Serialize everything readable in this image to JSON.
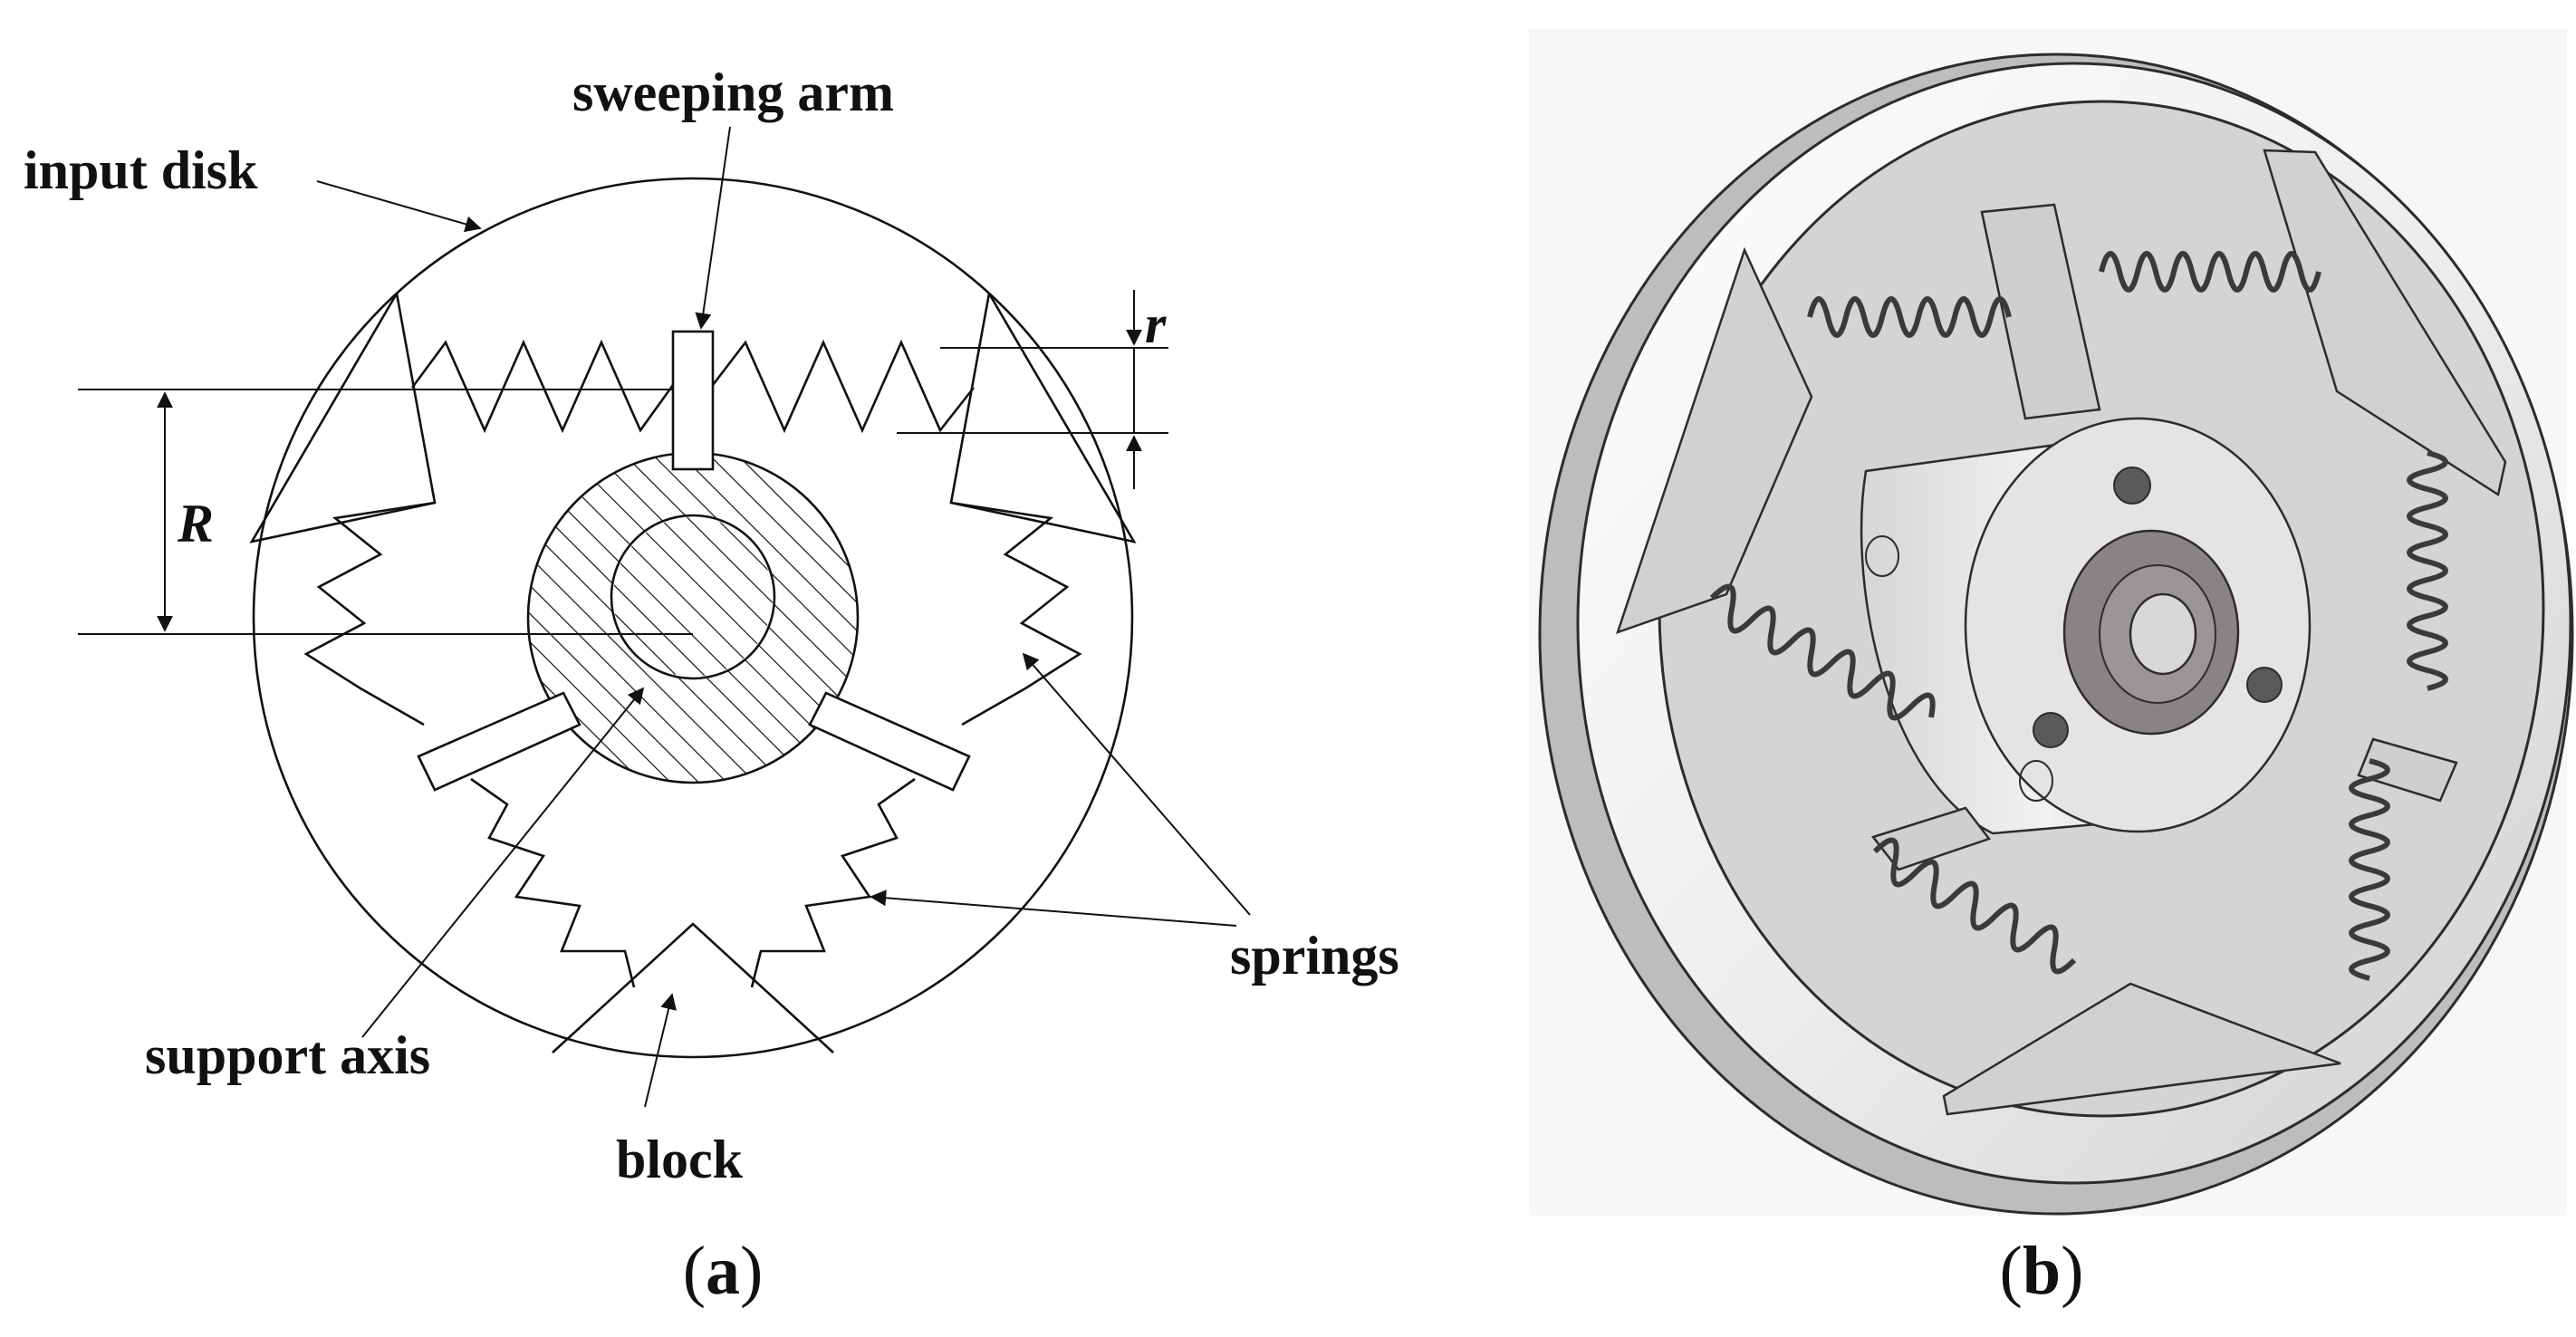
{
  "panel_a": {
    "labels": {
      "input_disk": "input disk",
      "sweeping_arm": "sweeping arm",
      "springs": "springs",
      "support_axis": "support axis",
      "block": "block",
      "R": "R",
      "r": "r"
    },
    "caption": {
      "open": "(",
      "letter": "a",
      "close": ")"
    }
  },
  "panel_b": {
    "caption": {
      "open": "(",
      "letter": "b",
      "close": ")"
    }
  },
  "colors": {
    "line": "#111111",
    "disk_face": "#d4d4d6",
    "disk_rim": "#f2f2f2",
    "hub": "#e4e4e6",
    "hub_center": "#8a8384",
    "block_face": "#cfcfd1",
    "block_edge": "#b0b0b2"
  }
}
